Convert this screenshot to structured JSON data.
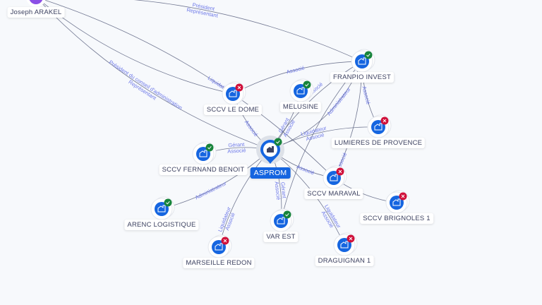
{
  "colors": {
    "node": "#1565e0",
    "active": "#17843b",
    "inactive": "#d0103a",
    "person": "#8b4fe6",
    "edge_label": "#6d78e8"
  },
  "nodes": [
    {
      "id": "joseph",
      "label": "Joseph ARAKEL",
      "type": "person",
      "icon": "person-icon"
    },
    {
      "id": "franpio",
      "label": "FRANPIO INVEST",
      "type": "company",
      "status": "active",
      "icon": "building-icon"
    },
    {
      "id": "ledome",
      "label": "SCCV LE DOME",
      "type": "company",
      "status": "inactive",
      "icon": "building-icon"
    },
    {
      "id": "melusine",
      "label": "MELUSINE",
      "type": "company",
      "status": "active",
      "icon": "building-icon"
    },
    {
      "id": "lumieres",
      "label": "LUMIERES DE PROVENCE",
      "type": "company",
      "status": "inactive",
      "icon": "building-icon"
    },
    {
      "id": "asprom",
      "label": "ASPROM",
      "type": "main",
      "status": "active",
      "icon": "building-icon"
    },
    {
      "id": "fernand",
      "label": "SCCV FERNAND BENOIT",
      "type": "company",
      "status": "active",
      "icon": "building-icon"
    },
    {
      "id": "maraval",
      "label": "SCCV MARAVAL",
      "type": "company",
      "status": "inactive",
      "icon": "building-icon"
    },
    {
      "id": "brignoles",
      "label": "SCCV BRIGNOLES 1",
      "type": "company",
      "status": "inactive",
      "icon": "building-icon"
    },
    {
      "id": "arenc",
      "label": "ARENC LOGISTIQUE",
      "type": "company",
      "status": "active",
      "icon": "building-icon"
    },
    {
      "id": "varest",
      "label": "VAR EST",
      "type": "company",
      "status": "active",
      "icon": "building-icon"
    },
    {
      "id": "redon",
      "label": "MARSEILLE REDON",
      "type": "company",
      "status": "inactive",
      "icon": "building-icon"
    },
    {
      "id": "draguignan",
      "label": "DRAGUIGNAN 1",
      "type": "company",
      "status": "inactive",
      "icon": "building-icon"
    }
  ],
  "edges": [
    {
      "from": "joseph",
      "to": "franpio",
      "labels": [
        "Président",
        "Représentant"
      ]
    },
    {
      "from": "joseph",
      "to": "asprom",
      "labels": [
        "Président du conseil d'administration",
        "Représentant"
      ]
    },
    {
      "from": "joseph",
      "to": "maraval",
      "labels": [
        "Liquidateur"
      ]
    },
    {
      "from": "joseph",
      "to": "ledome",
      "labels": []
    },
    {
      "from": "ledome",
      "to": "franpio",
      "labels": [
        "Associé"
      ]
    },
    {
      "from": "ledome",
      "to": "asprom",
      "labels": [
        "Associé"
      ]
    },
    {
      "from": "melusine",
      "to": "asprom",
      "labels": [
        "Gérant",
        "Associé"
      ]
    },
    {
      "from": "franpio",
      "to": "asprom",
      "labels": [
        "Associé"
      ]
    },
    {
      "from": "franpio",
      "to": "asprom",
      "labels": [
        "Administrateur"
      ]
    },
    {
      "from": "franpio",
      "to": "lumieres",
      "labels": [
        "Associé"
      ]
    },
    {
      "from": "franpio",
      "to": "maraval",
      "labels": [
        "Associé"
      ]
    },
    {
      "from": "franpio",
      "to": "varest",
      "labels": []
    },
    {
      "from": "asprom",
      "to": "lumieres",
      "labels": [
        "Liquidateur",
        "Associé"
      ]
    },
    {
      "from": "asprom",
      "to": "fernand",
      "labels": [
        "Gérant",
        "Associé"
      ]
    },
    {
      "from": "asprom",
      "to": "arenc",
      "labels": [
        "Administrateur"
      ]
    },
    {
      "from": "asprom",
      "to": "redon",
      "labels": [
        "Liquidateur",
        "Associé"
      ]
    },
    {
      "from": "asprom",
      "to": "varest",
      "labels": [
        "Gérant",
        "Associé"
      ]
    },
    {
      "from": "asprom",
      "to": "maraval",
      "labels": [
        "Associé"
      ]
    },
    {
      "from": "asprom",
      "to": "draguignan",
      "labels": [
        "Liquidateur",
        "Associé"
      ]
    },
    {
      "from": "maraval",
      "to": "brignoles",
      "labels": []
    }
  ]
}
